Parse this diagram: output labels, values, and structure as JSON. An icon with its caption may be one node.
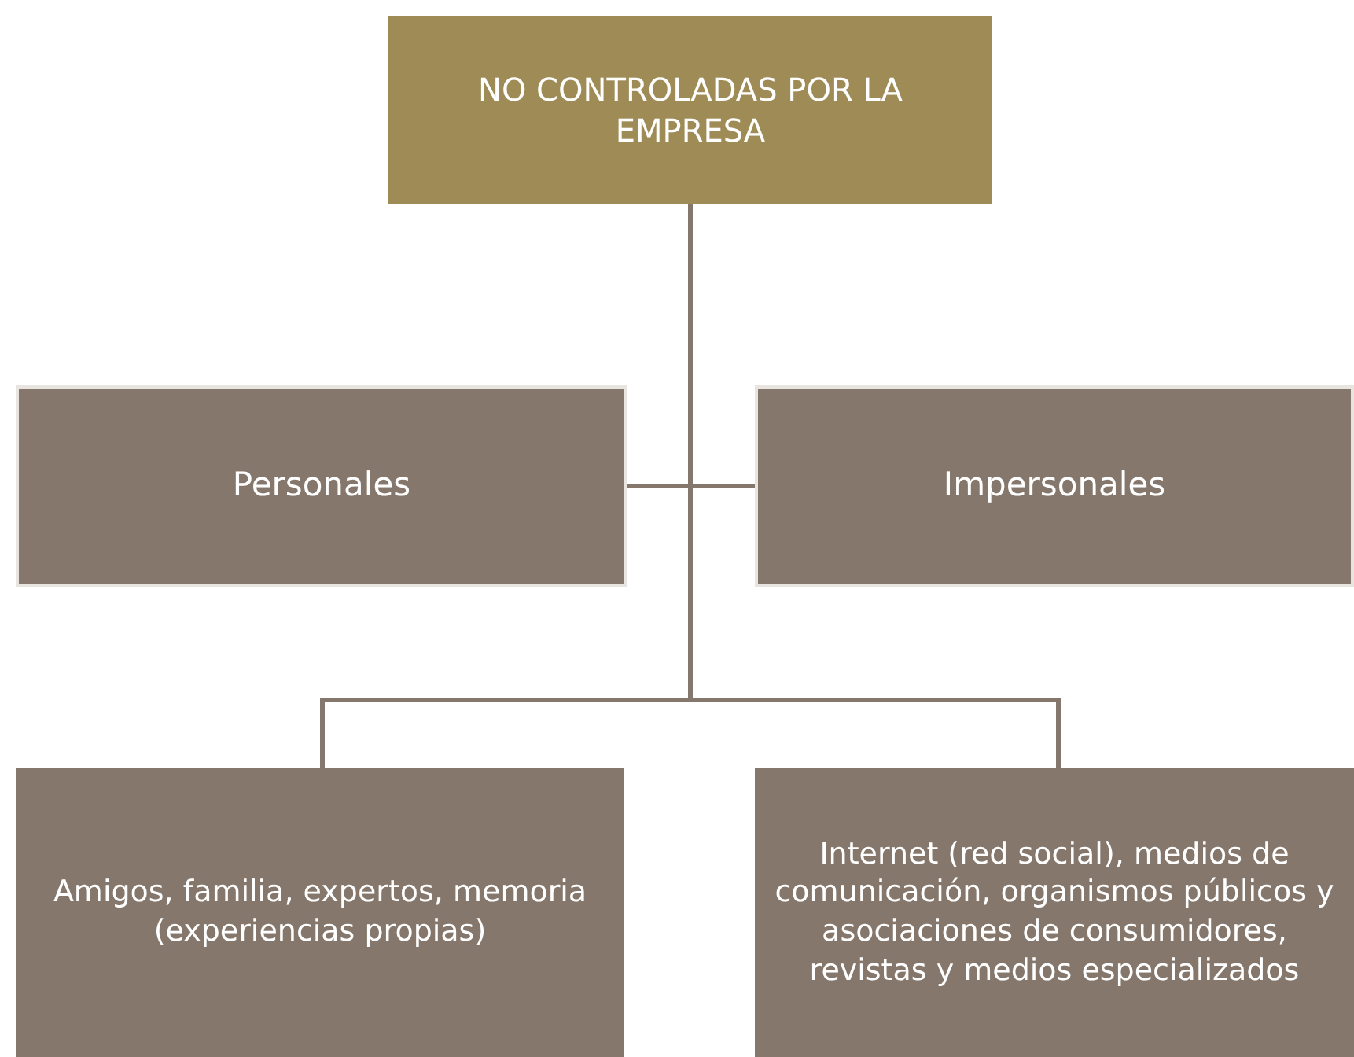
{
  "diagram": {
    "nodes": [
      {
        "text": [
          "NO CONTROLADAS POR LA EMPRESA"
        ]
      },
      {
        "text": [
          "Personales"
        ]
      },
      {
        "text": [
          "Impersonales"
        ]
      },
      {
        "text": [
          "Amigos, familia, expertos, memoria (experiencias propias)"
        ]
      },
      {
        "text": [
          "Internet (red social), medios de comunicación, organismos públicos y asociaciones de consumidores, revistas y medios especializados"
        ]
      }
    ],
    "edges": [
      {
        "from": 0,
        "to": 1,
        "arrow": "none"
      },
      {
        "from": 0,
        "to": 2,
        "arrow": "none"
      },
      {
        "from": 0,
        "to": 3,
        "arrow": "none"
      },
      {
        "from": 0,
        "to": 4,
        "arrow": "none"
      }
    ]
  }
}
